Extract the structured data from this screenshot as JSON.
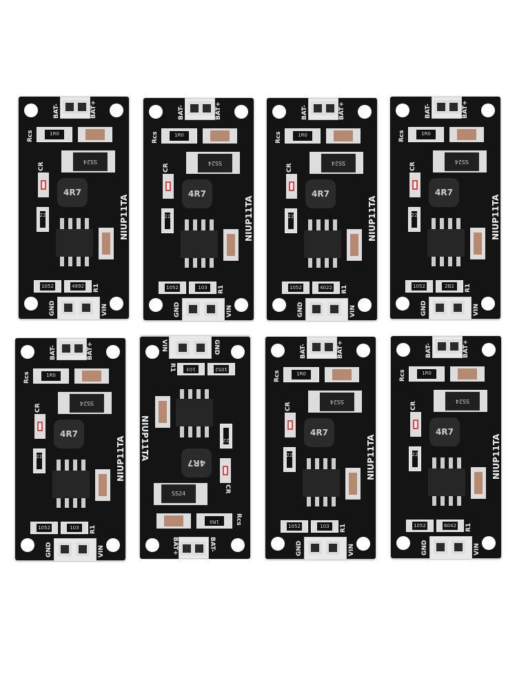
{
  "labels": {
    "bat_minus": "BAT-",
    "bat_plus": "BAT+",
    "rcs": "Rcs",
    "rcs_value": "1R0",
    "diode": "SS24",
    "cr": "CR",
    "inductor": "4R7",
    "r_222": "222",
    "part_number": "NIUP11TA",
    "r_left": "1052",
    "r1": "R1",
    "gnd": "GND",
    "vin": "VIN"
  },
  "boards": [
    {
      "r1_value": "4992"
    },
    {
      "r1_value": "103"
    },
    {
      "r1_value": "4022"
    },
    {
      "r1_value": "2B2"
    },
    {
      "r1_value": "103"
    },
    {
      "r1_value": "103"
    },
    {
      "r1_value": "103"
    },
    {
      "r1_value": "6042"
    }
  ]
}
